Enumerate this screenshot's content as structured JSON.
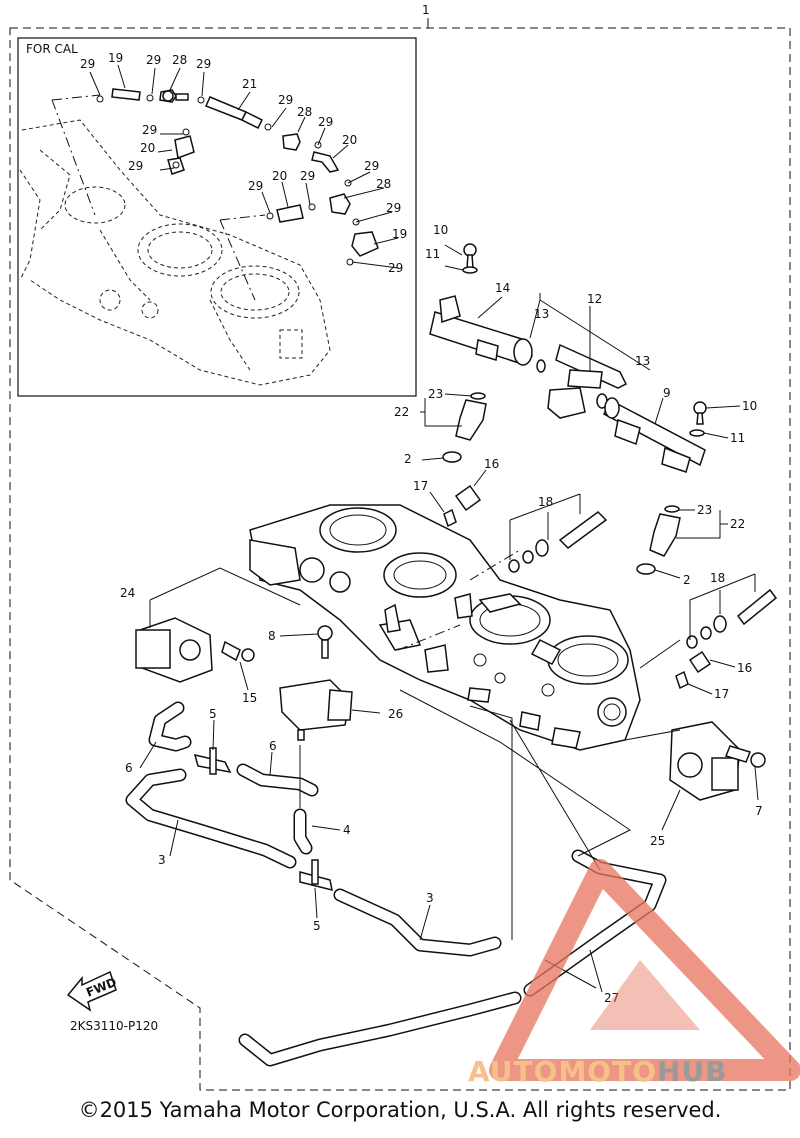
{
  "diagram": {
    "inset_title": "FOR CAL",
    "assembly_ref": "1",
    "part_code": "2KS3110-P120",
    "fwd_label": "FWD",
    "callouts": {
      "c1": "1",
      "c2a": "2",
      "c2b": "2",
      "c3a": "3",
      "c3b": "3",
      "c4": "4",
      "c5a": "5",
      "c5b": "5",
      "c6a": "6",
      "c6b": "6",
      "c7": "7",
      "c8": "8",
      "c9": "9",
      "c10a": "10",
      "c10b": "10",
      "c11a": "11",
      "c11b": "11",
      "c12": "12",
      "c13a": "13",
      "c13b": "13",
      "c14": "14",
      "c15": "15",
      "c16a": "16",
      "c16b": "16",
      "c17a": "17",
      "c17b": "17",
      "c18a": "18",
      "c18b": "18",
      "c19a": "19",
      "c19b": "19",
      "c20a": "20",
      "c20b": "20",
      "c20c": "20",
      "c21": "21",
      "c22a": "22",
      "c22b": "22",
      "c23a": "23",
      "c23b": "23",
      "c24": "24",
      "c25": "25",
      "c26": "26",
      "c27": "27",
      "c28a": "28",
      "c28b": "28",
      "c28c": "28",
      "c29a": "29",
      "c29b": "29",
      "c29c": "29",
      "c29d": "29",
      "c29e": "29",
      "c29f": "29",
      "c29g": "29",
      "c29h": "29",
      "c29i": "29",
      "c29j": "29",
      "c29k": "29"
    }
  },
  "footer": {
    "copyright": "©2015 Yamaha Motor Corporation, U.S.A. All rights reserved."
  },
  "watermark": {
    "part1": "AUTOMOTO",
    "part2": "HUB",
    "colors": {
      "triangle": "#e8745e",
      "text_light": "#f5c08a",
      "text_dark": "#9a9a9a"
    }
  }
}
